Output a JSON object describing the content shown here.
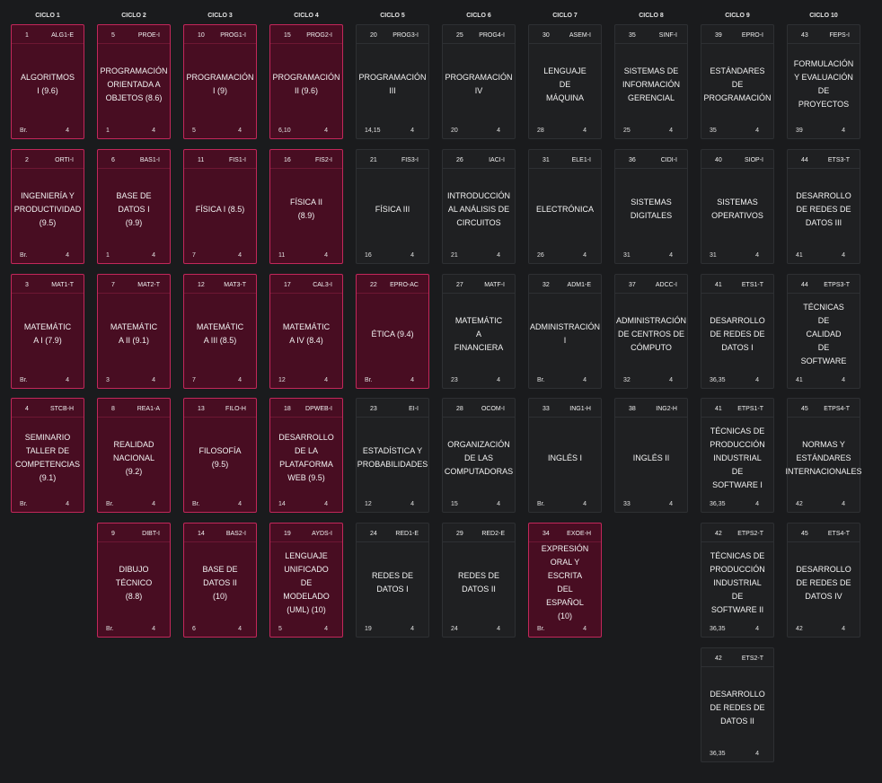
{
  "cycles": [
    "CICLO 1",
    "CICLO 2",
    "CICLO 3",
    "CICLO 4",
    "CICLO 5",
    "CICLO 6",
    "CICLO 7",
    "CICLO 8",
    "CICLO 9",
    "CICLO 10"
  ],
  "courses": [
    {
      "cycle": 1,
      "row": 1,
      "num": "1",
      "code": "ALG1-E",
      "name": "ALGORITMOS\nI (9.6)",
      "prereq": "Br.",
      "credits": "4",
      "approved": true
    },
    {
      "cycle": 1,
      "row": 2,
      "num": "2",
      "code": "ORTI-I",
      "name": "INGENIERÍA Y\nPRODUCTIVIDAD\n(9.5)",
      "prereq": "Br.",
      "credits": "4",
      "approved": true
    },
    {
      "cycle": 1,
      "row": 3,
      "num": "3",
      "code": "MAT1-T",
      "name": "MATEMÁTIC\nA I (7.9)",
      "prereq": "Br.",
      "credits": "4",
      "approved": true
    },
    {
      "cycle": 1,
      "row": 4,
      "num": "4",
      "code": "STCB-H",
      "name": "SEMINARIO\nTALLER DE\nCOMPETENCIAS\n(9.1)",
      "prereq": "Br.",
      "credits": "4",
      "approved": true
    },
    {
      "cycle": 2,
      "row": 1,
      "num": "5",
      "code": "PROE-I",
      "name": "PROGRAMACIÓN\nORIENTADA A\nOBJETOS (8.6)",
      "prereq": "1",
      "credits": "4",
      "approved": true
    },
    {
      "cycle": 2,
      "row": 2,
      "num": "6",
      "code": "BAS1-I",
      "name": "BASE DE\nDATOS I\n(9.9)",
      "prereq": "1",
      "credits": "4",
      "approved": true
    },
    {
      "cycle": 2,
      "row": 3,
      "num": "7",
      "code": "MAT2-T",
      "name": "MATEMÁTIC\nA II (9.1)",
      "prereq": "3",
      "credits": "4",
      "approved": true
    },
    {
      "cycle": 2,
      "row": 4,
      "num": "8",
      "code": "REA1-A",
      "name": "REALIDAD\nNACIONAL\n(9.2)",
      "prereq": "Br.",
      "credits": "4",
      "approved": true
    },
    {
      "cycle": 2,
      "row": 5,
      "num": "9",
      "code": "DIBT-I",
      "name": "DIBUJO\nTÉCNICO\n(8.8)",
      "prereq": "Br.",
      "credits": "4",
      "approved": true
    },
    {
      "cycle": 3,
      "row": 1,
      "num": "10",
      "code": "PROG1-I",
      "name": "PROGRAMACIÓN\nI (9)",
      "prereq": "5",
      "credits": "4",
      "approved": true
    },
    {
      "cycle": 3,
      "row": 2,
      "num": "11",
      "code": "FIS1-I",
      "name": "FÍSICA I (8.5)",
      "prereq": "7",
      "credits": "4",
      "approved": true
    },
    {
      "cycle": 3,
      "row": 3,
      "num": "12",
      "code": "MAT3-T",
      "name": "MATEMÁTIC\nA III (8.5)",
      "prereq": "7",
      "credits": "4",
      "approved": true
    },
    {
      "cycle": 3,
      "row": 4,
      "num": "13",
      "code": "FILO-H",
      "name": "FILOSOFÍA\n(9.5)",
      "prereq": "Br.",
      "credits": "4",
      "approved": true
    },
    {
      "cycle": 3,
      "row": 5,
      "num": "14",
      "code": "BAS2-I",
      "name": "BASE DE\nDATOS II\n(10)",
      "prereq": "6",
      "credits": "4",
      "approved": true
    },
    {
      "cycle": 4,
      "row": 1,
      "num": "15",
      "code": "PROG2-I",
      "name": "PROGRAMACIÓN\nII (9.6)",
      "prereq": "6,10",
      "credits": "4",
      "approved": true
    },
    {
      "cycle": 4,
      "row": 2,
      "num": "16",
      "code": "FIS2-I",
      "name": "FÍSICA II\n(8.9)",
      "prereq": "11",
      "credits": "4",
      "approved": true
    },
    {
      "cycle": 4,
      "row": 3,
      "num": "17",
      "code": "CAL3-I",
      "name": "MATEMÁTIC\nA IV (8.4)",
      "prereq": "12",
      "credits": "4",
      "approved": true
    },
    {
      "cycle": 4,
      "row": 4,
      "num": "18",
      "code": "DPWEB-I",
      "name": "DESARROLLO\nDE LA\nPLATAFORMA\nWEB (9.5)",
      "prereq": "14",
      "credits": "4",
      "approved": true
    },
    {
      "cycle": 4,
      "row": 5,
      "num": "19",
      "code": "AYDS-I",
      "name": "LENGUAJE\nUNIFICADO\nDE\nMODELADO\n(UML) (10)",
      "prereq": "5",
      "credits": "4",
      "approved": true
    },
    {
      "cycle": 5,
      "row": 1,
      "num": "20",
      "code": "PROG3-I",
      "name": "PROGRAMACIÓN\nIII",
      "prereq": "14,15",
      "credits": "4",
      "approved": false
    },
    {
      "cycle": 5,
      "row": 2,
      "num": "21",
      "code": "FIS3-I",
      "name": "FÍSICA III",
      "prereq": "16",
      "credits": "4",
      "approved": false
    },
    {
      "cycle": 5,
      "row": 3,
      "num": "22",
      "code": "EPRO-AC",
      "name": "ÉTICA (9.4)",
      "prereq": "Br.",
      "credits": "4",
      "approved": true
    },
    {
      "cycle": 5,
      "row": 4,
      "num": "23",
      "code": "EI-I",
      "name": "ESTADÍSTICA Y\nPROBABILIDADES",
      "prereq": "12",
      "credits": "4",
      "approved": false
    },
    {
      "cycle": 5,
      "row": 5,
      "num": "24",
      "code": "RED1-E",
      "name": "REDES DE\nDATOS I",
      "prereq": "19",
      "credits": "4",
      "approved": false
    },
    {
      "cycle": 6,
      "row": 1,
      "num": "25",
      "code": "PROG4-I",
      "name": "PROGRAMACIÓN\nIV",
      "prereq": "20",
      "credits": "4",
      "approved": false
    },
    {
      "cycle": 6,
      "row": 2,
      "num": "26",
      "code": "IACI-I",
      "name": "INTRODUCCIÓN\nAL ANÁLISIS DE\nCIRCUITOS",
      "prereq": "21",
      "credits": "4",
      "approved": false
    },
    {
      "cycle": 6,
      "row": 3,
      "num": "27",
      "code": "MATF-I",
      "name": "MATEMÁTIC\nA\nFINANCIERA",
      "prereq": "23",
      "credits": "4",
      "approved": false
    },
    {
      "cycle": 6,
      "row": 4,
      "num": "28",
      "code": "OCOM-I",
      "name": "ORGANIZACIÓN\nDE LAS\nCOMPUTADORAS",
      "prereq": "15",
      "credits": "4",
      "approved": false
    },
    {
      "cycle": 6,
      "row": 5,
      "num": "29",
      "code": "RED2-E",
      "name": "REDES DE\nDATOS II",
      "prereq": "24",
      "credits": "4",
      "approved": false
    },
    {
      "cycle": 7,
      "row": 1,
      "num": "30",
      "code": "ASEM-I",
      "name": "LENGUAJE\nDE\nMÁQUINA",
      "prereq": "28",
      "credits": "4",
      "approved": false
    },
    {
      "cycle": 7,
      "row": 2,
      "num": "31",
      "code": "ELE1-I",
      "name": "ELECTRÓNICA",
      "prereq": "26",
      "credits": "4",
      "approved": false
    },
    {
      "cycle": 7,
      "row": 3,
      "num": "32",
      "code": "ADM1-E",
      "name": "ADMINISTRACIÓN\nI",
      "prereq": "Br.",
      "credits": "4",
      "approved": false
    },
    {
      "cycle": 7,
      "row": 4,
      "num": "33",
      "code": "ING1-H",
      "name": "INGLÉS I",
      "prereq": "Br.",
      "credits": "4",
      "approved": false
    },
    {
      "cycle": 7,
      "row": 5,
      "num": "34",
      "code": "EXOE-H",
      "name": "EXPRESIÓN\nORAL Y\nESCRITA\nDEL\nESPAÑOL\n(10)",
      "prereq": "Br.",
      "credits": "4",
      "approved": true
    },
    {
      "cycle": 8,
      "row": 1,
      "num": "35",
      "code": "SINF-I",
      "name": "SISTEMAS DE\nINFORMACIÓN\nGERENCIAL",
      "prereq": "25",
      "credits": "4",
      "approved": false
    },
    {
      "cycle": 8,
      "row": 2,
      "num": "36",
      "code": "CIDI-I",
      "name": "SISTEMAS\nDIGITALES",
      "prereq": "31",
      "credits": "4",
      "approved": false
    },
    {
      "cycle": 8,
      "row": 3,
      "num": "37",
      "code": "ADCC-I",
      "name": "ADMINISTRACIÓN\nDE CENTROS DE\nCÓMPUTO",
      "prereq": "32",
      "credits": "4",
      "approved": false
    },
    {
      "cycle": 8,
      "row": 4,
      "num": "38",
      "code": "ING2-H",
      "name": "INGLÉS II",
      "prereq": "33",
      "credits": "4",
      "approved": false
    },
    {
      "cycle": 9,
      "row": 1,
      "num": "39",
      "code": "EPRO-I",
      "name": "ESTÁNDARES DE\nPROGRAMACIÓN",
      "prereq": "35",
      "credits": "4",
      "approved": false
    },
    {
      "cycle": 9,
      "row": 2,
      "num": "40",
      "code": "SIOP-I",
      "name": "SISTEMAS\nOPERATIVOS",
      "prereq": "31",
      "credits": "4",
      "approved": false
    },
    {
      "cycle": 9,
      "row": 3,
      "num": "41",
      "code": "ETS1-T",
      "name": "DESARROLLO\nDE REDES DE\nDATOS I",
      "prereq": "36,35",
      "credits": "4",
      "approved": false
    },
    {
      "cycle": 9,
      "row": 4,
      "num": "41",
      "code": "ETPS1-T",
      "name": "TÉCNICAS DE\nPRODUCCIÓN\nINDUSTRIAL\nDE\nSOFTWARE I",
      "prereq": "36,35",
      "credits": "4",
      "approved": false
    },
    {
      "cycle": 9,
      "row": 5,
      "num": "42",
      "code": "ETPS2-T",
      "name": "TÉCNICAS DE\nPRODUCCIÓN\nINDUSTRIAL\nDE\nSOFTWARE II",
      "prereq": "36,35",
      "credits": "4",
      "approved": false
    },
    {
      "cycle": 9,
      "row": 6,
      "num": "42",
      "code": "ETS2-T",
      "name": "DESARROLLO\nDE REDES DE\nDATOS II",
      "prereq": "36,35",
      "credits": "4",
      "approved": false
    },
    {
      "cycle": 10,
      "row": 1,
      "num": "43",
      "code": "FEPS-I",
      "name": "FORMULACIÓN\nY EVALUACIÓN\nDE\nPROYECTOS",
      "prereq": "39",
      "credits": "4",
      "approved": false
    },
    {
      "cycle": 10,
      "row": 2,
      "num": "44",
      "code": "ETS3-T",
      "name": "DESARROLLO\nDE REDES DE\nDATOS III",
      "prereq": "41",
      "credits": "4",
      "approved": false
    },
    {
      "cycle": 10,
      "row": 3,
      "num": "44",
      "code": "ETPS3-T",
      "name": "TÉCNICAS\nDE\nCALIDAD\nDE\nSOFTWARE",
      "prereq": "41",
      "credits": "4",
      "approved": false
    },
    {
      "cycle": 10,
      "row": 4,
      "num": "45",
      "code": "ETPS4-T",
      "name": "NORMAS Y\nESTÁNDARES\nINTERNACIONALES",
      "prereq": "42",
      "credits": "4",
      "approved": false
    },
    {
      "cycle": 10,
      "row": 5,
      "num": "45",
      "code": "ETS4-T",
      "name": "DESARROLLO\nDE REDES DE\nDATOS IV",
      "prereq": "42",
      "credits": "4",
      "approved": false
    }
  ],
  "colors": {
    "approved_bg": "#480d22",
    "approved_border": "#c2275a",
    "pending_bg": "#1f2022",
    "pending_border": "#2e3033",
    "page_bg": "#1a1b1d"
  }
}
